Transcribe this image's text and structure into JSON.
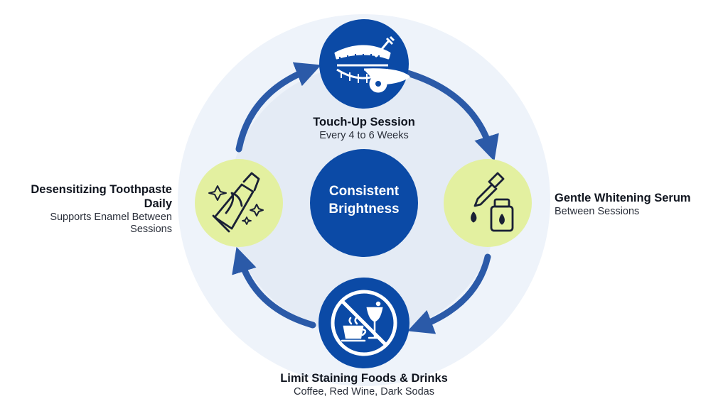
{
  "center": {
    "title": "Consistent Brightness"
  },
  "steps": [
    {
      "id": "touch-up",
      "title": "Touch-Up Session",
      "subtitle": "Every 4 to 6 Weeks",
      "icon": "teeth-whitening-tray-icon"
    },
    {
      "id": "serum",
      "title": "Gentle Whitening Serum",
      "subtitle": "Between Sessions",
      "icon": "dropper-bottle-icon"
    },
    {
      "id": "limit-staining",
      "title": "Limit Staining Foods & Drinks",
      "subtitle": "Coffee, Red Wine, Dark Sodas",
      "icon": "no-coffee-wine-icon"
    },
    {
      "id": "toothpaste",
      "title": "Desensitizing Toothpaste Daily",
      "subtitle": "Supports Enamel Between Sessions",
      "icon": "toothpaste-sparkle-icon"
    }
  ],
  "colors": {
    "navy": "#0b4aa6",
    "lime": "#e3f0a0",
    "arrow": "#2b5aa8",
    "halo": "#eef3fa",
    "halo_inner": "#e3eaf4"
  }
}
